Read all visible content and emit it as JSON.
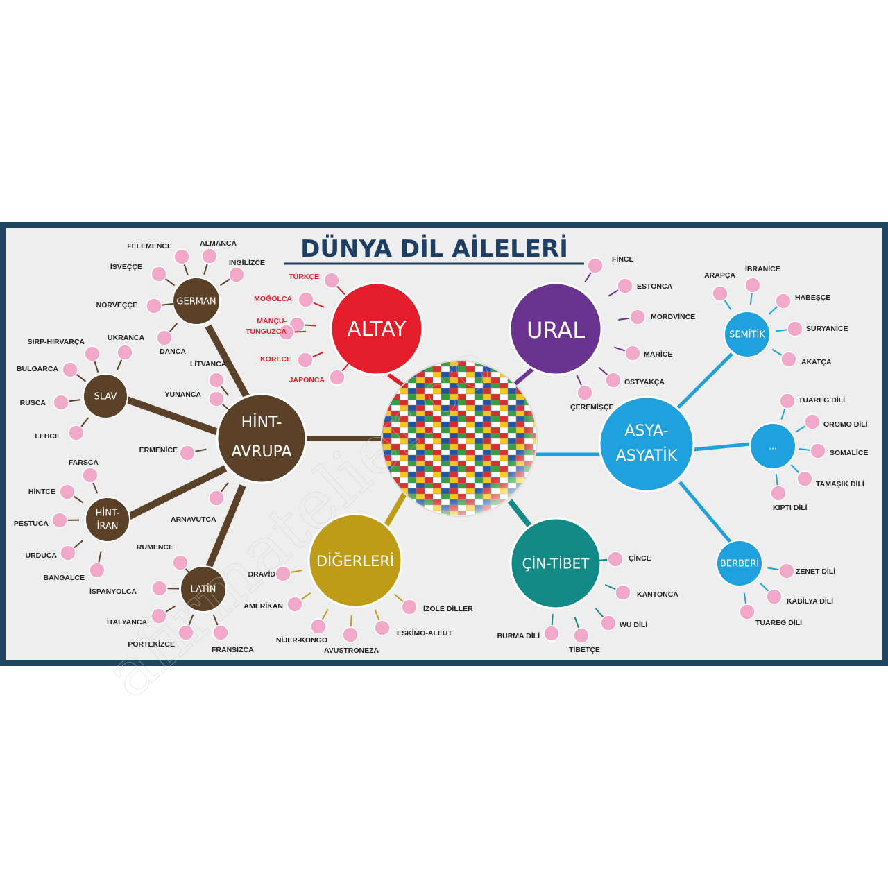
{
  "title": "DÜNYA DİL AİLELERİ",
  "watermark": "afirmatelier.co",
  "colors": {
    "frame": "#1f4660",
    "background": "#eeeeee",
    "hint_avrupa": "#5b4127",
    "altay": "#e31e2a",
    "ural": "#6b3390",
    "asya_asyatik": "#1fa1dd",
    "cin_tibet": "#138a86",
    "digerleri": "#bf9c17",
    "leaf": "#f2a9c9",
    "altay_labels": "#e8202c"
  },
  "families": {
    "hint_avrupa": {
      "line1": "HİNT-",
      "line2": "AVRUPA"
    },
    "altay": {
      "label": "ALTAY"
    },
    "ural": {
      "label": "URAL"
    },
    "asya": {
      "line1": "ASYA-",
      "line2": "ASYATİK"
    },
    "cin_tibet": {
      "label": "ÇİN-TİBET"
    },
    "digerleri": {
      "label": "DİĞERLERİ"
    }
  },
  "subgroups": {
    "german": {
      "label": "GERMAN"
    },
    "slav": {
      "label": "SLAV"
    },
    "hint_iran": {
      "line1": "HİNT-",
      "line2": "İRAN"
    },
    "latin": {
      "label": "LATİN"
    },
    "semitik": {
      "label": "SEMİTİK"
    },
    "kusi": {
      "label": "..."
    },
    "berberi": {
      "label": "BERBERİ"
    }
  },
  "languages": {
    "german": [
      "FELEMENCE",
      "ALMANCA",
      "İNGİLİZCE",
      "İSVEÇÇE",
      "NORVEÇÇE",
      "DANCA"
    ],
    "slav": [
      "SIRP-HIRVARÇA",
      "UKRANCA",
      "BULGARCA",
      "RUSCA",
      "LEHCE"
    ],
    "hint_iran": [
      "FARSCA",
      "HİNTCE",
      "PEŞTUCA",
      "URDUCA",
      "BANGALCE"
    ],
    "latin": [
      "RUMENCE",
      "İSPANYOLCA",
      "İTALYANCA",
      "PORTEKİZCE",
      "FRANSIZCA"
    ],
    "hint_avrupa_direct": [
      "LİTVANCA",
      "YUNANCA",
      "ERMENİCE",
      "ARNAVUTCA"
    ],
    "altay": [
      "TÜRKÇE",
      "MOĞOLCA",
      "MANÇU-",
      "TUNGUZCA",
      "KORECE",
      "JAPONCA"
    ],
    "ural": [
      "FİNCE",
      "ESTONCA",
      "MORDVİNCE",
      "MARİCE",
      "OSTYAKÇA",
      "ÇEREMİŞÇE"
    ],
    "semitik": [
      "ARAPÇA",
      "İBRANİCE",
      "HABEŞÇE",
      "SÜRYANİCE",
      "AKATÇA"
    ],
    "kusi": [
      "TUAREG DİLİ",
      "OROMO DİLİ",
      "SOMALİCE",
      "TAMAŞIK DİLİ",
      "KIPTI DİLİ"
    ],
    "berberi": [
      "ZENET DİLİ",
      "KABİLYA DİLİ",
      "TUAREG DİLİ"
    ],
    "cin_tibet": [
      "ÇİNCE",
      "KANTONCA",
      "WU  DİLİ",
      "TİBETÇE",
      "BURMA DİLİ"
    ],
    "digerleri": [
      "DRAVİD",
      "AMERİKAN",
      "NİJER-KONGO",
      "AVUSTRONEZA",
      "ESKİMO-ALEUT",
      "İZOLE DİLLER"
    ]
  }
}
